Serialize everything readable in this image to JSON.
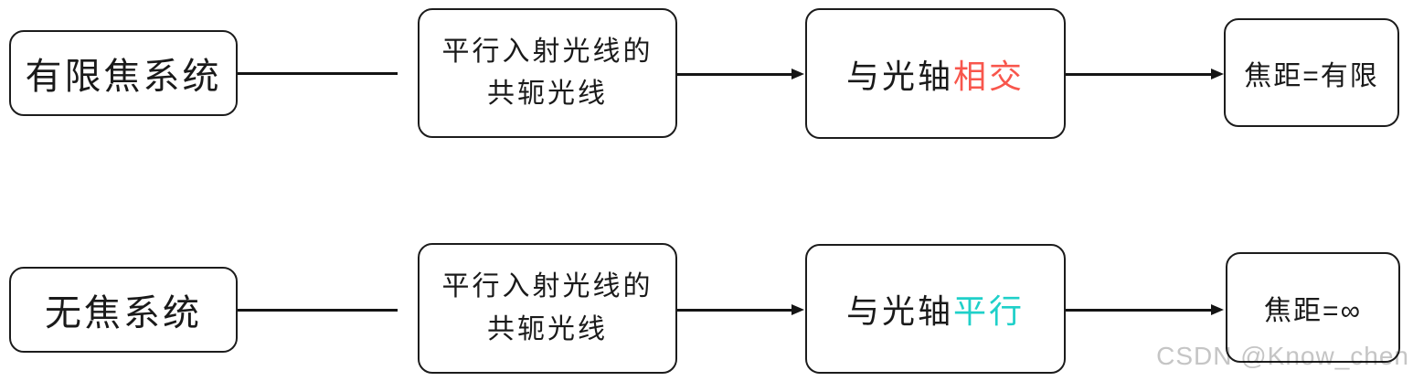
{
  "diagram": {
    "background": "#ffffff",
    "stroke_color": "#1c1c1c",
    "rows": [
      {
        "system": "有限焦系统",
        "conjugate_line1": "平行入射光线的",
        "conjugate_line2": "共轭光线",
        "axis_prefix": "与光轴",
        "axis_highlight": "相交",
        "axis_highlight_color": "#f8564c",
        "focal": "焦距=有限"
      },
      {
        "system": "无焦系统",
        "conjugate_line1": "平行入射光线的",
        "conjugate_line2": "共轭光线",
        "axis_prefix": "与光轴",
        "axis_highlight": "平行",
        "axis_highlight_color": "#1fd0c9",
        "focal": "焦距=∞"
      }
    ]
  },
  "watermark": {
    "text": "CSDN @Know_chen",
    "color": "#c5c5c5"
  }
}
